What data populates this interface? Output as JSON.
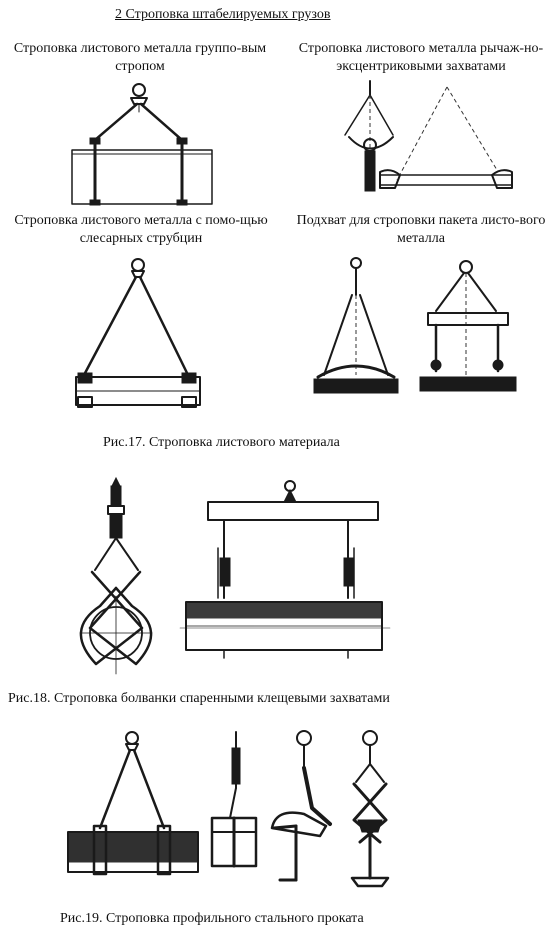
{
  "section_title": "2  Строповка штабелируемых грузов",
  "fig17": {
    "panel_a_caption": "Строповка листового металла группо-вым стропом",
    "panel_b_caption": "Строповка листового металла рычаж-но-эксцентриковыми захватами",
    "panel_c_caption": "Строповка листового металла с помо-щью слесарных струбцин",
    "panel_d_caption": "Подхват для строповки пакета листо-вого металла",
    "caption": "Рис.17.  Строповка листового материала"
  },
  "fig18": {
    "caption": "Рис.18.  Строповка болванки спаренными клещевыми захватами"
  },
  "fig19": {
    "caption": "Рис.19.  Строповка профильного стального проката"
  }
}
